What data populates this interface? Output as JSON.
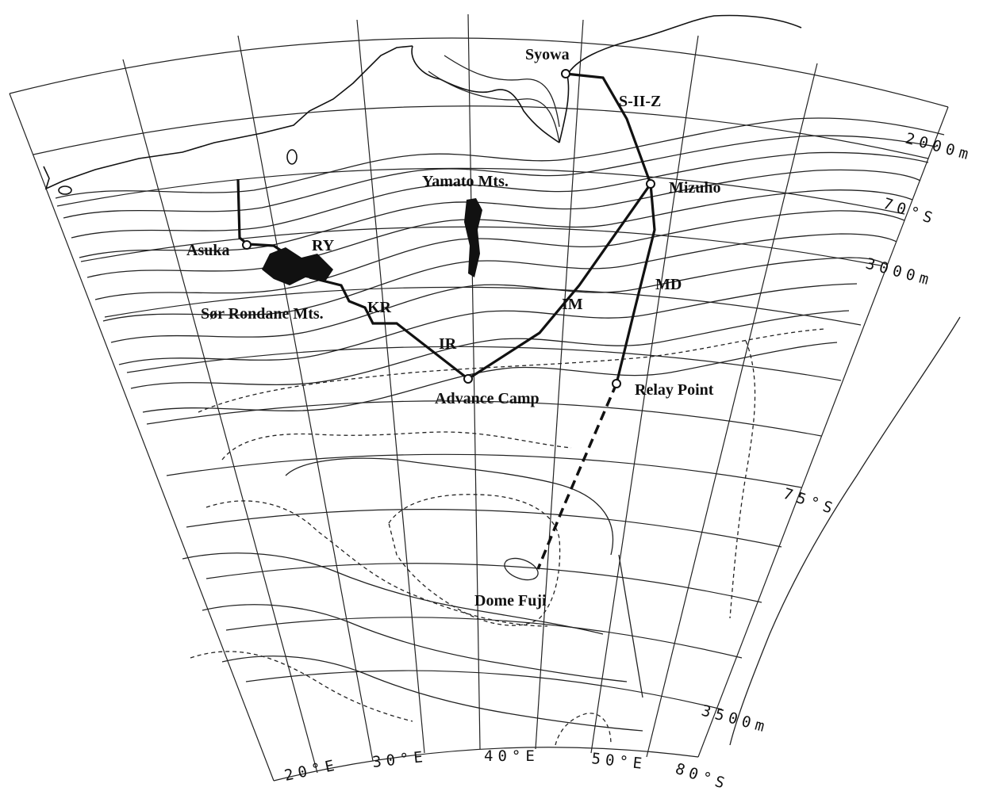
{
  "stations": {
    "syowa": "Syowa",
    "mizuho": "Mizuho",
    "asuka": "Asuka",
    "advance_camp": "Advance Camp",
    "relay_point": "Relay Point",
    "dome_fuji": "Dome Fuji"
  },
  "features": {
    "yamato": "Yamato Mts.",
    "sor_rondane": "Sør Rondane Mts."
  },
  "routes": {
    "szz": "S-II-Z",
    "ry": "RY",
    "kr": "KR",
    "ir": "IR",
    "im": "IM",
    "md": "MD"
  },
  "contours": {
    "c2000": "2000m",
    "c3000": "3000m",
    "c3500": "3500m"
  },
  "latitudes": {
    "lat70": "70°S",
    "lat75": "75°S",
    "lat80": "80°S"
  },
  "longitudes": {
    "lon20": "20°E",
    "lon30": "30°E",
    "lon40": "40°E",
    "lon50": "50°E"
  }
}
